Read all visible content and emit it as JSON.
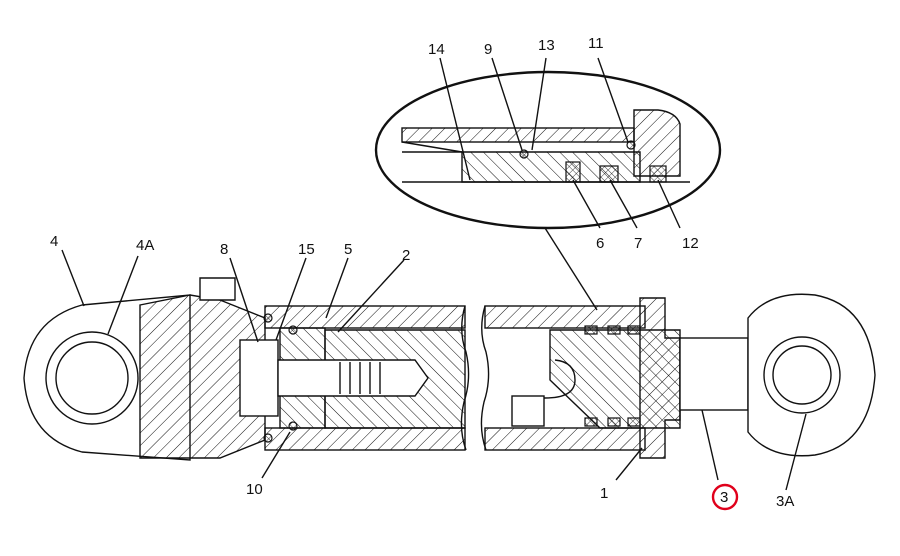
{
  "diagram": {
    "highlight_color": "#e0001b",
    "highlighted_callout": "3",
    "callouts": {
      "c14": "14",
      "c9": "9",
      "c13": "13",
      "c11": "11",
      "c6": "6",
      "c7": "7",
      "c12": "12",
      "c4": "4",
      "c4A": "4A",
      "c8": "8",
      "c15": "15",
      "c5": "5",
      "c2": "2",
      "c10": "10",
      "c1": "1",
      "c3": "3",
      "c3A": "3A"
    }
  }
}
